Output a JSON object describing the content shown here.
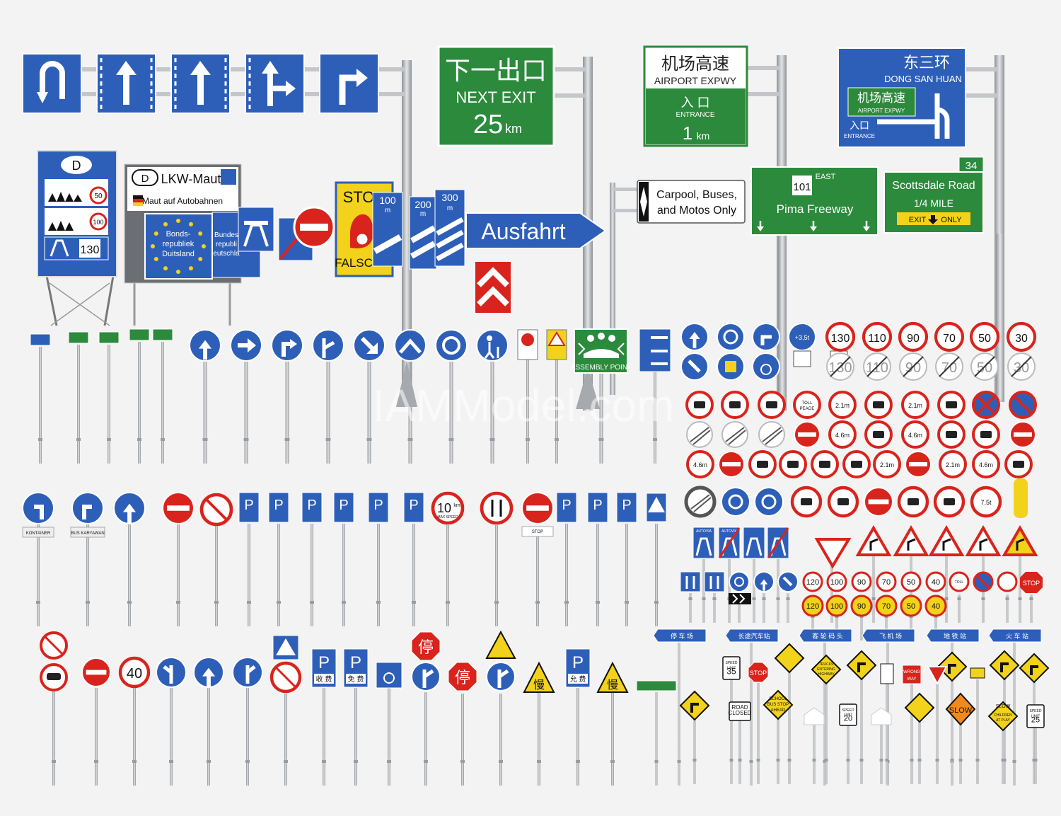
{
  "overhead": {
    "next_exit": {
      "cn": "下一出口",
      "en": "NEXT EXIT",
      "dist": "25",
      "unit": "km"
    },
    "airport": {
      "cn": "机场高速",
      "en": "AIRPORT EXPWY",
      "entry_cn": "入 口",
      "entry_en": "ENTRANCE",
      "dist": "1",
      "unit": "km"
    },
    "dongsan": {
      "cn": "东三环",
      "en": "DONG SAN HUAN",
      "sub_cn": "机场高速",
      "sub_en": "AIRPORT  EXPWY",
      "entry_cn": "入口",
      "entry_en": "ENTRANCE"
    },
    "carpool": {
      "line1": "Carpool, Buses,",
      "line2": "and Motos Only"
    },
    "pima": {
      "dir": "EAST",
      "route": "101",
      "name": "Pima Freeway"
    },
    "scottsdale": {
      "exit_no": "34",
      "name": "Scottsdale Road",
      "dist": "1/4 MILE",
      "exit": "EXIT",
      "only": "ONLY"
    },
    "ausfahrt": "Ausfahrt"
  },
  "border": {
    "d_letter": "D",
    "speed_a": "50",
    "speed_b": "100",
    "speed_c": "130",
    "lkw": "LKW-Maut",
    "maut": "Maut auf Autobahnen",
    "eu_line1": "Bonds-",
    "eu_line2": "republiek",
    "eu_line3": "Duitsland",
    "eu2_line1": "Bundes",
    "eu2_line2": "republi",
    "eu2_line3": "eutschla",
    "stop_partial": "STO",
    "falsch": "FALSC",
    "count_100": "100",
    "count_200": "200",
    "count_300": "300",
    "m": "m"
  },
  "assembly": "ASSEMBLY POINT",
  "speed_signs": [
    "130",
    "110",
    "90",
    "70",
    "50",
    "30"
  ],
  "restrict_labels": {
    "w21": "2.1m",
    "h46": "4.6m",
    "t75": "7.5t",
    "plus35": "+3,5t",
    "toll": "TOLL",
    "peage": "PEAGE"
  },
  "row2": {
    "kontainer": "KONTAINER",
    "bus": "BUS KARYAWAN",
    "speed10": "10",
    "km": "km",
    "max": "MAX SPEED",
    "stop_note": "STOP",
    "p": "P",
    "autovia": "AUTOVÍA"
  },
  "small_speeds": [
    "120",
    "100",
    "90",
    "70",
    "50",
    "40"
  ],
  "stop": "STOP",
  "cn_signs": {
    "ting": "停",
    "man": "慢",
    "shoufei": "收 费",
    "mianfei": "免 费",
    "yunfei": "允 费",
    "num40": "40"
  },
  "dir_tags": [
    "停 车 场",
    "长途汽车站",
    "客 轮 码 头",
    "飞 机 场",
    "地 铁 站",
    "火 车 站"
  ],
  "us_signs": {
    "speed": "SPEED",
    "limit": "LIMIT",
    "s35": "35",
    "road": "ROAD",
    "closed": "CLOSED",
    "school": "SCHOOL",
    "busstop": "BUS STOP",
    "ahead": "AHEAD",
    "trucks": "TRUCKS",
    "entering": "ENTERING",
    "highway": "HIGHWAY",
    "wrong": "WRONG",
    "way": "WAY",
    "slow": "SLOW",
    "s25": "25",
    "s20": "20",
    "children": "CHILDREN",
    "atplay": "AT PLAY"
  },
  "watermark": "IAMModel.com",
  "colors": {
    "blue": "#2e5fb8",
    "green": "#2c8a3c",
    "red": "#d8241c",
    "yellow": "#f2d21a",
    "pole": "#b9bcc0",
    "bg": "#f3f3f3"
  }
}
